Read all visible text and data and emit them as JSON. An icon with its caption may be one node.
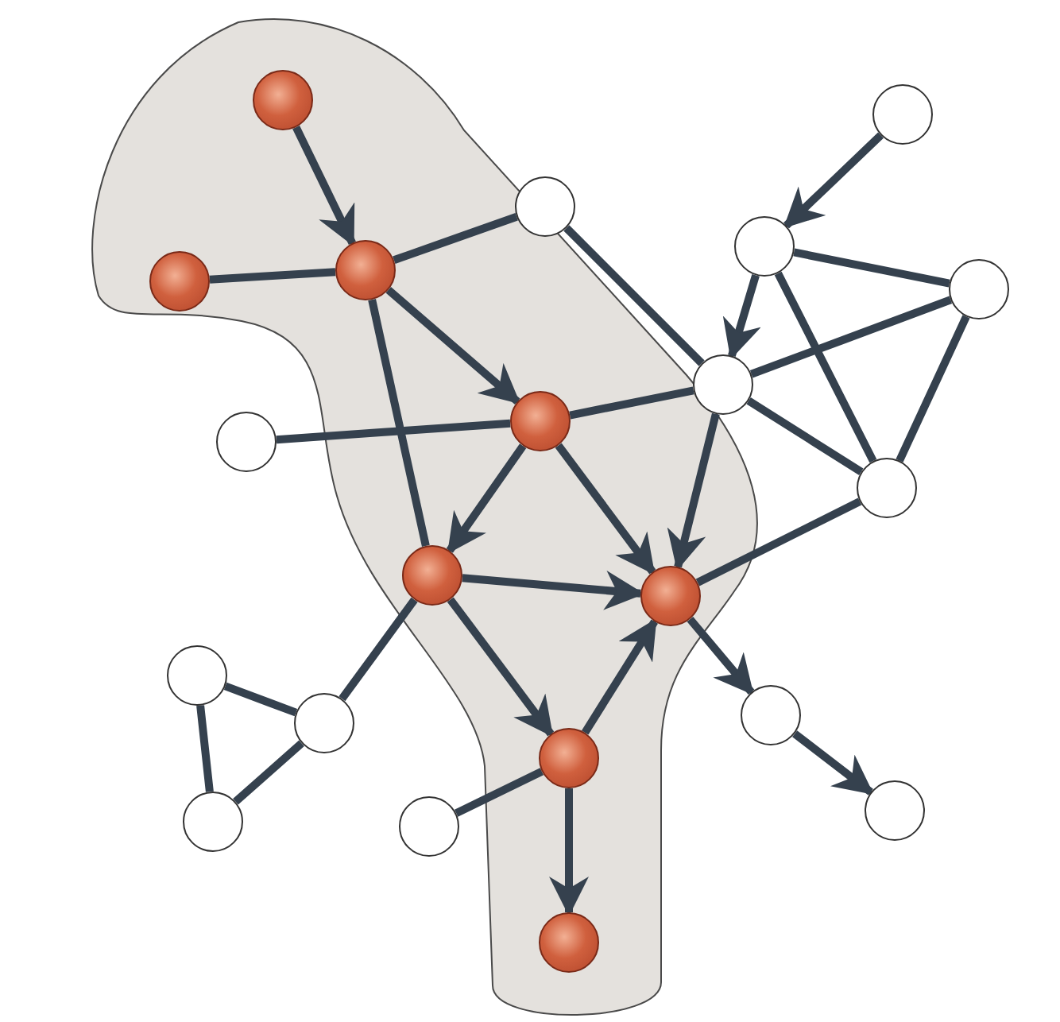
{
  "diagram": {
    "nodes": [
      {
        "text": [],
        "shape": "circle"
      },
      {
        "text": [],
        "shape": "circle"
      },
      {
        "text": [],
        "shape": "circle"
      },
      {
        "text": [],
        "shape": "circle"
      },
      {
        "text": [],
        "shape": "circle"
      },
      {
        "text": [],
        "shape": "circle"
      },
      {
        "text": [],
        "shape": "circle"
      },
      {
        "text": [],
        "shape": "circle"
      },
      {
        "text": [],
        "shape": "circle"
      },
      {
        "text": [],
        "shape": "circle"
      },
      {
        "text": [],
        "shape": "circle"
      },
      {
        "text": [],
        "shape": "circle"
      },
      {
        "text": [],
        "shape": "circle"
      },
      {
        "text": [],
        "shape": "circle"
      },
      {
        "text": [],
        "shape": "circle"
      },
      {
        "text": [],
        "shape": "circle"
      },
      {
        "text": [],
        "shape": "circle"
      },
      {
        "text": [],
        "shape": "circle"
      },
      {
        "text": [],
        "shape": "circle"
      },
      {
        "text": [],
        "shape": "circle"
      },
      {
        "text": [],
        "shape": "circle"
      }
    ],
    "edges": [
      {
        "from": 0,
        "to": 4,
        "arrow": "to"
      },
      {
        "from": 5,
        "to": 4,
        "arrow": "none"
      },
      {
        "from": 4,
        "to": 2,
        "arrow": "none"
      },
      {
        "from": 4,
        "to": 8,
        "arrow": "to"
      },
      {
        "from": 4,
        "to": 11,
        "arrow": "none"
      },
      {
        "from": 8,
        "to": 9,
        "arrow": "none"
      },
      {
        "from": 8,
        "to": 11,
        "arrow": "to"
      },
      {
        "from": 8,
        "to": 12,
        "arrow": "to"
      },
      {
        "from": 8,
        "to": 7,
        "arrow": "none"
      },
      {
        "from": 2,
        "to": 7,
        "arrow": "none"
      },
      {
        "from": 1,
        "to": 3,
        "arrow": "to"
      },
      {
        "from": 3,
        "to": 6,
        "arrow": "none"
      },
      {
        "from": 3,
        "to": 10,
        "arrow": "none"
      },
      {
        "from": 3,
        "to": 7,
        "arrow": "to"
      },
      {
        "from": 6,
        "to": 7,
        "arrow": "none"
      },
      {
        "from": 6,
        "to": 10,
        "arrow": "none"
      },
      {
        "from": 7,
        "to": 10,
        "arrow": "none"
      },
      {
        "from": 7,
        "to": 12,
        "arrow": "to"
      },
      {
        "from": 11,
        "to": 12,
        "arrow": "to"
      },
      {
        "from": 11,
        "to": 16,
        "arrow": "to"
      },
      {
        "from": 11,
        "to": 15,
        "arrow": "none"
      },
      {
        "from": 16,
        "to": 12,
        "arrow": "to"
      },
      {
        "from": 12,
        "to": 10,
        "arrow": "none"
      },
      {
        "from": 12,
        "to": 14,
        "arrow": "to"
      },
      {
        "from": 14,
        "to": 17,
        "arrow": "to"
      },
      {
        "from": 16,
        "to": 19,
        "arrow": "none"
      },
      {
        "from": 16,
        "to": 20,
        "arrow": "to"
      },
      {
        "from": 13,
        "to": 15,
        "arrow": "none"
      },
      {
        "from": 13,
        "to": 18,
        "arrow": "none"
      },
      {
        "from": 15,
        "to": 18,
        "arrow": "none"
      }
    ]
  }
}
